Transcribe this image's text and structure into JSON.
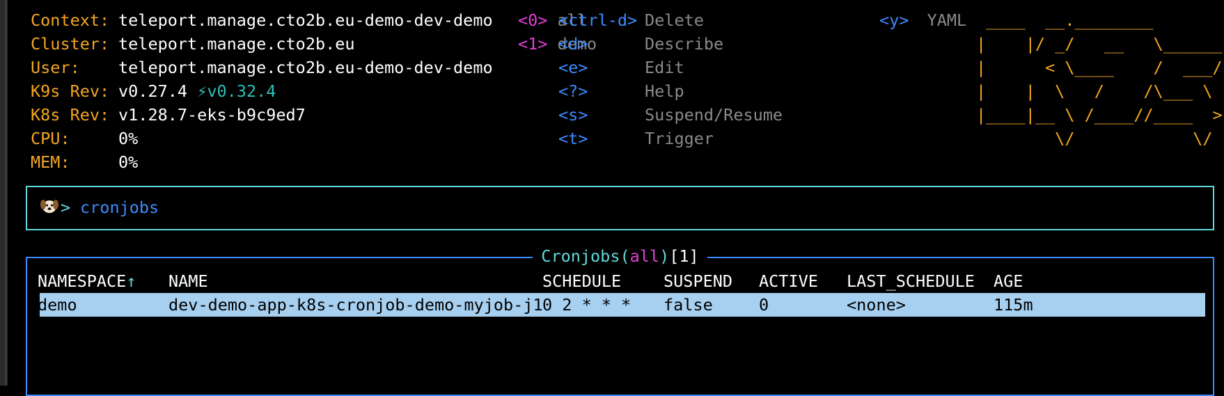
{
  "context": {
    "items": [
      {
        "label": "Context:",
        "value": "teleport.manage.cto2b.eu-demo-dev-demo"
      },
      {
        "label": "Cluster:",
        "value": "teleport.manage.cto2b.eu"
      },
      {
        "label": "User:",
        "value": "teleport.manage.cto2b.eu-demo-dev-demo"
      },
      {
        "label": "K9s Rev:",
        "value": "v0.27.4",
        "upgrade": "⚡v0.32.4"
      },
      {
        "label": "K8s Rev:",
        "value": "v1.28.7-eks-b9c9ed7"
      },
      {
        "label": "CPU:",
        "value": "0%"
      },
      {
        "label": "MEM:",
        "value": "0%"
      }
    ]
  },
  "namespaces": [
    {
      "key": "<0>",
      "name": "all"
    },
    {
      "key": "<1>",
      "name": "demo"
    }
  ],
  "hints": [
    {
      "key": "<ctrl-d>",
      "desc": "Delete"
    },
    {
      "key": "<d>",
      "desc": "Describe"
    },
    {
      "key": "<e>",
      "desc": "Edit"
    },
    {
      "key": "<?>",
      "desc": "Help"
    },
    {
      "key": "<s>",
      "desc": "Suspend/Resume"
    },
    {
      "key": "<t>",
      "desc": "Trigger"
    }
  ],
  "extra_hint": {
    "key": "<y>",
    "desc": "YAML"
  },
  "logo_lines": [
    " ____  __.________",
    "|    |/ _/   __   \\______",
    "|      < \\____    /  ___/",
    "|    |  \\   /    /\\___ \\",
    "|____|__ \\ /____//____  >",
    "        \\/            \\/"
  ],
  "prompt": {
    "caret": ">",
    "text": "cronjobs"
  },
  "table": {
    "title_name": "Cronjobs",
    "title_open": "(",
    "title_ns": "all",
    "title_close": ")",
    "title_count": "[1]",
    "sort_arrow": "↑",
    "columns": [
      "NAMESPACE",
      "NAME",
      "SCHEDULE",
      "SUSPEND",
      "ACTIVE",
      "LAST_SCHEDULE",
      "AGE"
    ],
    "rows": [
      [
        "demo",
        "dev-demo-app-k8s-cronjob-demo-myjob-j1",
        "0 2 * * *",
        "false",
        "0",
        "<none>",
        "115m"
      ]
    ]
  },
  "colors": {
    "label": "#f5a623",
    "key": "#3d8bff",
    "namespace_key": "#e040d8",
    "accent": "#5fdada",
    "selected_row": "#a6cff0"
  }
}
